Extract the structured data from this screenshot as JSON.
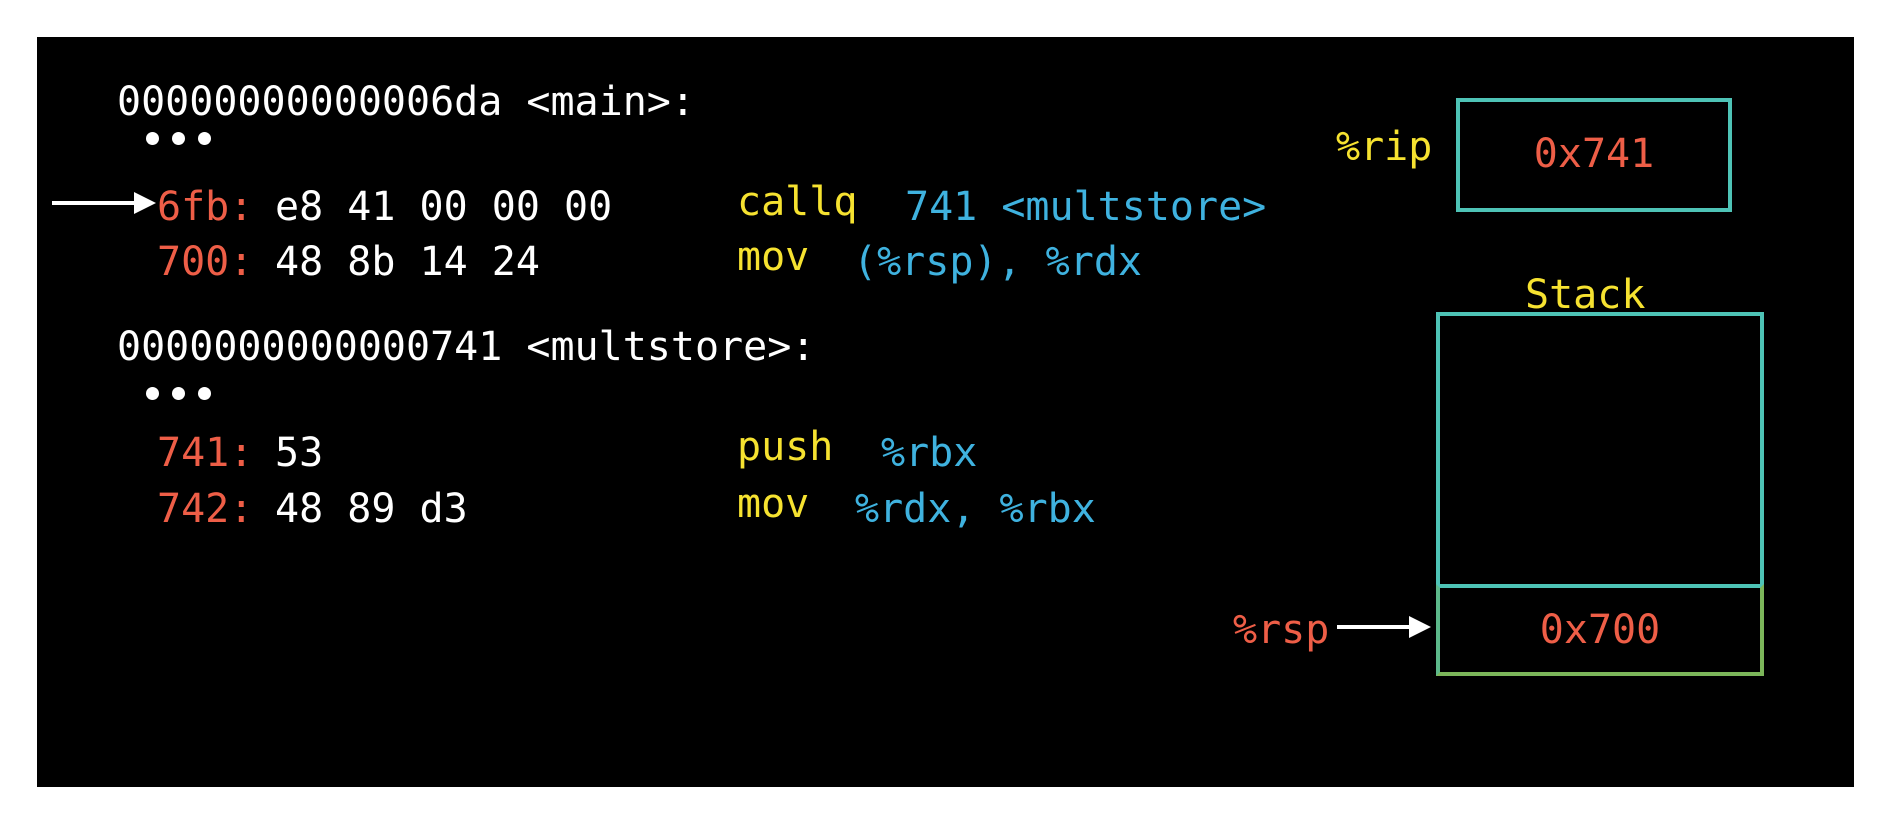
{
  "main_section": {
    "header": "00000000000006da <main>:",
    "rows": [
      {
        "addr": "6fb:",
        "bytes": "e8 41 00 00 00",
        "op": "callq",
        "operands": "741 <multstore>"
      },
      {
        "addr": "700:",
        "bytes": "48 8b 14 24",
        "op": "mov",
        "operands": "(%rsp), %rdx"
      }
    ]
  },
  "multstore_section": {
    "header": "0000000000000741 <multstore>:",
    "rows": [
      {
        "addr": "741:",
        "bytes": "53",
        "op": "push",
        "operands": "%rbx"
      },
      {
        "addr": "742:",
        "bytes": "48 89 d3",
        "op": "mov",
        "operands": "%rdx, %rbx"
      }
    ]
  },
  "registers": {
    "rip_label": "%rip",
    "rip_value": "0x741",
    "rsp_label": "%rsp"
  },
  "stack": {
    "title": "Stack",
    "top_slot_value": "0x700"
  },
  "colors": {
    "background": "#000000",
    "address": "#ee5e47",
    "instruction": "#f6e230",
    "operand": "#3fb2df",
    "box_border": "#4ec3b6",
    "stack_bottom_border": "#7cb65a"
  }
}
